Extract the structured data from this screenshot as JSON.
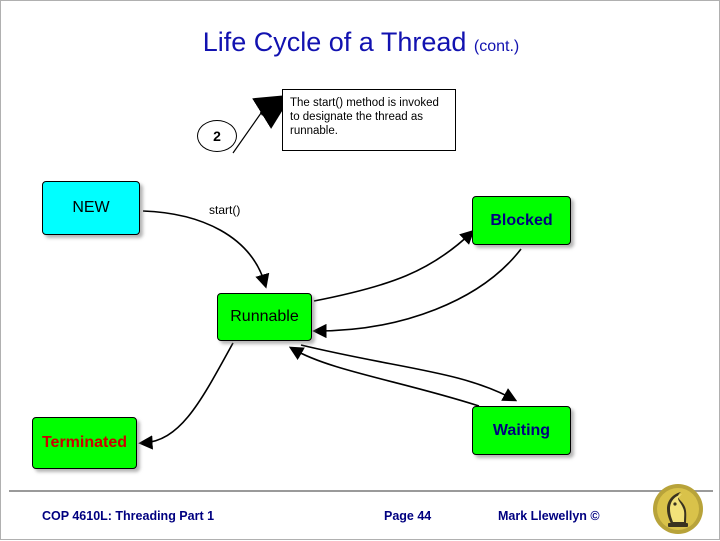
{
  "title": {
    "main": "Life Cycle of a Thread",
    "cont": "(cont.)"
  },
  "callout": {
    "text": "The start() method is invoked to designate the thread as runnable."
  },
  "bubble": {
    "number": "2"
  },
  "states": {
    "new": "NEW",
    "blocked": "Blocked",
    "runnable": "Runnable",
    "waiting": "Waiting",
    "terminated": "Terminated"
  },
  "edges": {
    "start_label": "start()"
  },
  "footer": {
    "left": "COP 4610L: Threading Part 1",
    "center": "Page 44",
    "right": "Mark Llewellyn ©"
  },
  "colors": {
    "title": "#1212b0",
    "new_fill": "#00ffff",
    "state_fill": "#00ff00",
    "blocked_text": "#000080",
    "terminated_text": "#cc0000",
    "footer_text": "#000080"
  }
}
